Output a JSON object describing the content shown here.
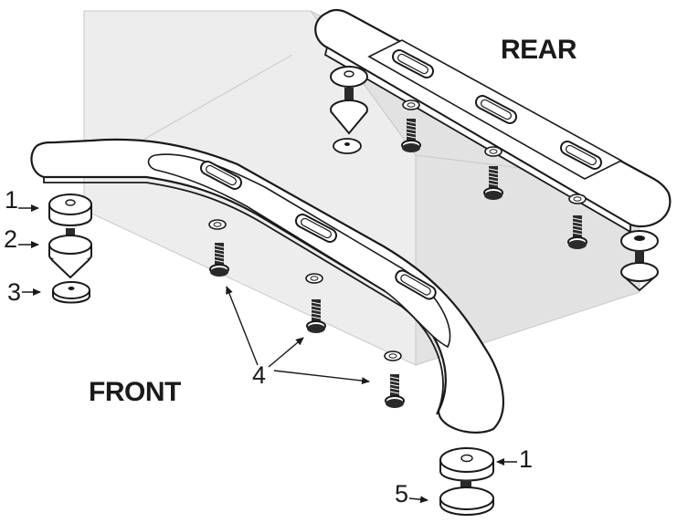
{
  "labels": {
    "rear": "REAR",
    "front": "FRONT"
  },
  "callouts": {
    "c1_left": "1",
    "c2_left": "2",
    "c3_left": "3",
    "c4": "4",
    "c1_bottom": "1",
    "c5_bottom": "5"
  },
  "colors": {
    "line": "#1a1a1a",
    "cabinet_fill": "#e6e6e6",
    "cabinet_edge": "#bdbdbd",
    "part_fill": "#ffffff",
    "screw_dark": "#2a2a2a"
  }
}
